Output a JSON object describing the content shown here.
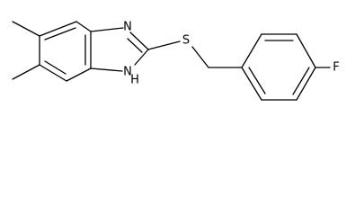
{
  "colors": {
    "bond": "#000000",
    "label": "#000000",
    "background": "#ffffff"
  },
  "atom_labels": {
    "n3": "N",
    "n1": "N",
    "h1": "H",
    "s": "S",
    "f": "F"
  }
}
